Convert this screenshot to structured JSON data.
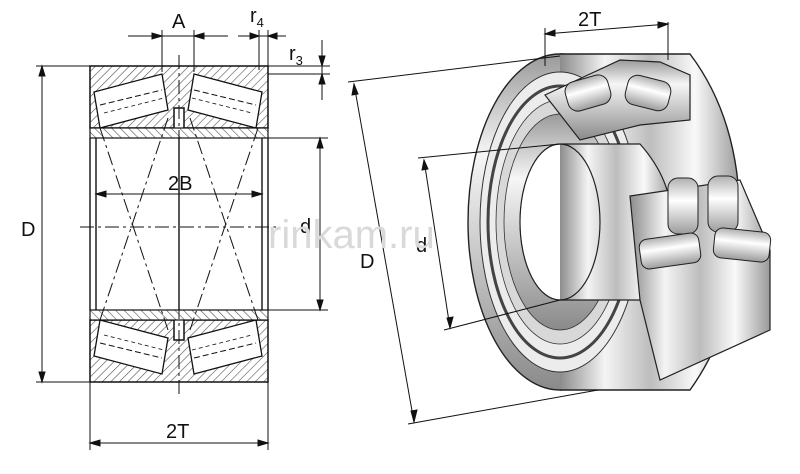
{
  "watermark": "rinkam.ru",
  "section_view": {
    "labels": {
      "A": "A",
      "r4": "r",
      "r4_sub": "4",
      "r3": "r",
      "r3_sub": "3",
      "D": "D",
      "d": "d",
      "B2": "2B",
      "T2": "2T"
    }
  },
  "perspective_view": {
    "labels": {
      "T2": "2T",
      "D": "D",
      "d": "d"
    }
  }
}
